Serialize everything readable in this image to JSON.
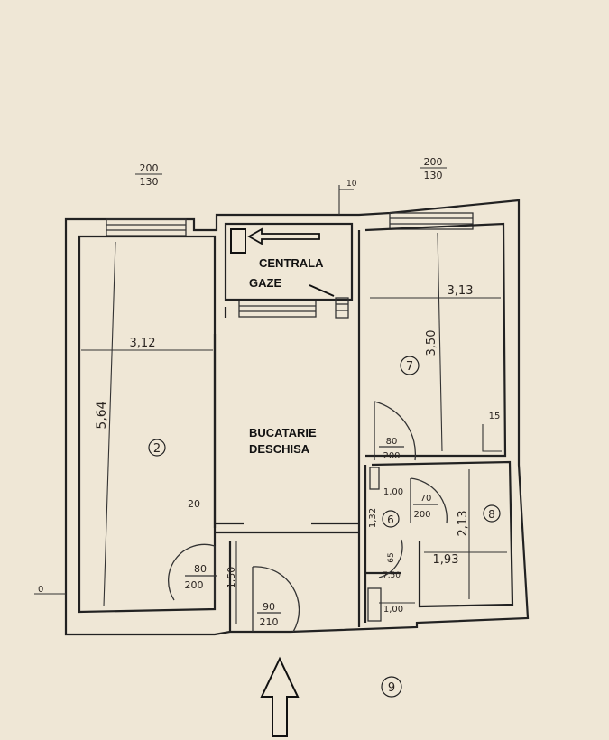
{
  "top_dims": {
    "left": {
      "num": "200",
      "den": "130"
    },
    "right": {
      "num": "200",
      "den": "130"
    },
    "marker": "10"
  },
  "callout": {
    "line1": "CENTRALA",
    "line2": "GAZE"
  },
  "rooms": {
    "room2": {
      "number": "2",
      "width": "3,12",
      "length": "5,64"
    },
    "kitchen": {
      "line1": "BUCATARIE",
      "line2": "DESCHISA"
    },
    "room7": {
      "number": "7",
      "width": "3,13",
      "length": "3,50",
      "small": "15"
    },
    "room6": {
      "number": "6",
      "dim": "1,32",
      "dim2": "1,00"
    },
    "room8": {
      "number": "8",
      "width": "1,93",
      "length": "2,13"
    },
    "room9": {
      "number": "9"
    }
  },
  "doors": {
    "d_room2": {
      "num": "80",
      "den": "200"
    },
    "d_entry": {
      "num": "90",
      "den": "210"
    },
    "d_room7": {
      "num": "80",
      "den": "200"
    },
    "d_room8": {
      "num": "70",
      "den": "200"
    },
    "d_room6": {
      "num": "65",
      "den": "7.50"
    }
  },
  "misc": {
    "wall_20": "20",
    "hall_150": "1,50",
    "bath_100": "1,00",
    "left_mark": "0"
  }
}
